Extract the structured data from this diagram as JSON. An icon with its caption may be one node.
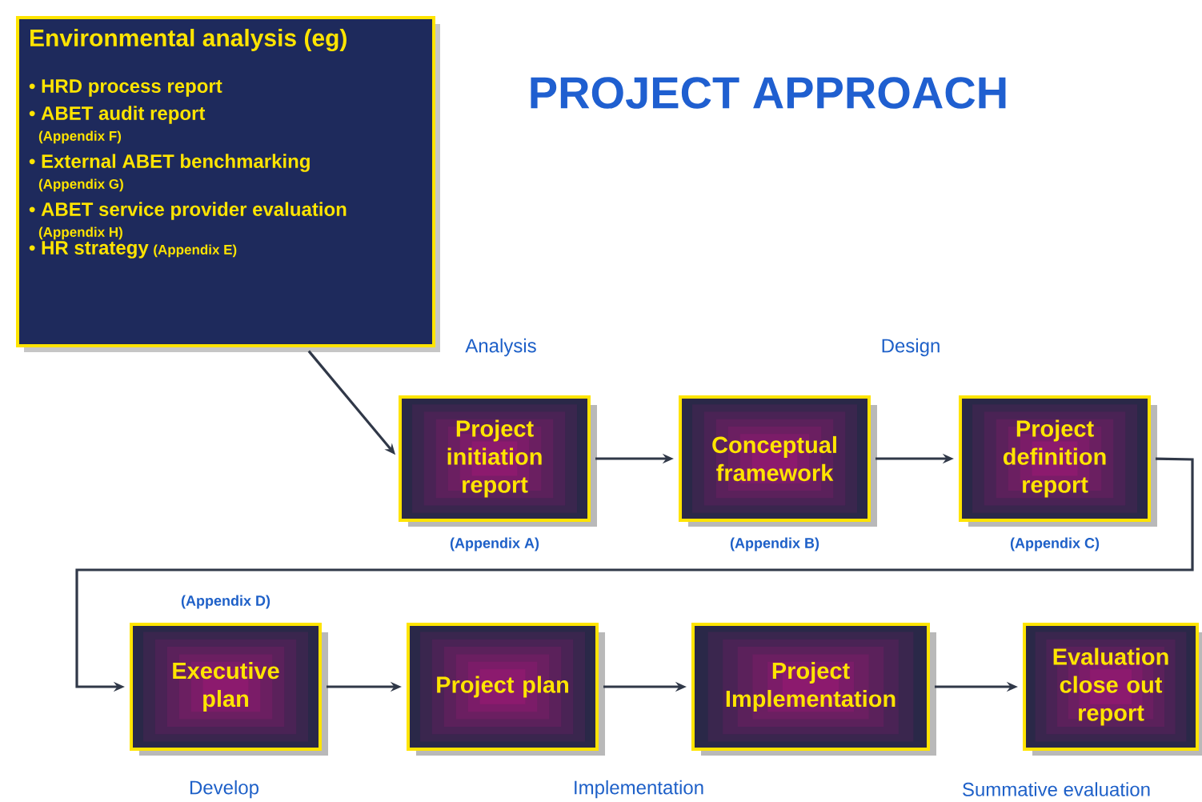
{
  "diagram": {
    "title": "PROJECT APPROACH",
    "nodes": [
      {
        "text": [
          "Environmental analysis (eg)",
          "• HRD process report",
          "• ABET audit report",
          "(Appendix F)",
          "• External ABET benchmarking",
          "(Appendix G)",
          "• ABET service provider evaluation",
          "(Appendix H)",
          "• HR strategy",
          "(Appendix E)"
        ]
      },
      {
        "text": [
          "Project initiation report"
        ],
        "beside": [
          "(Appendix A)"
        ]
      },
      {
        "text": [
          "Conceptual framework"
        ],
        "beside": [
          "(Appendix B)"
        ]
      },
      {
        "text": [
          "Project definition report"
        ],
        "beside": [
          "(Appendix C)"
        ]
      },
      {
        "text": [
          "Executive plan"
        ],
        "beside": [
          "(Appendix D)"
        ]
      },
      {
        "text": [
          "Project plan"
        ]
      },
      {
        "text": [
          "Project Implementation"
        ]
      },
      {
        "text": [
          "Evaluation close out report"
        ]
      }
    ],
    "edges": [
      {
        "from": 0,
        "to": 1,
        "arrow": "to"
      },
      {
        "from": 1,
        "to": 2,
        "arrow": "to"
      },
      {
        "from": 2,
        "to": 3,
        "arrow": "to"
      },
      {
        "from": 3,
        "to": 4,
        "arrow": "to"
      },
      {
        "from": 4,
        "to": 5,
        "arrow": "to"
      },
      {
        "from": 5,
        "to": 6,
        "arrow": "to"
      },
      {
        "from": 6,
        "to": 7,
        "arrow": "to"
      }
    ],
    "labels": [
      "Analysis",
      "Design",
      "Develop",
      "Implementation",
      "Summative evaluation"
    ]
  }
}
